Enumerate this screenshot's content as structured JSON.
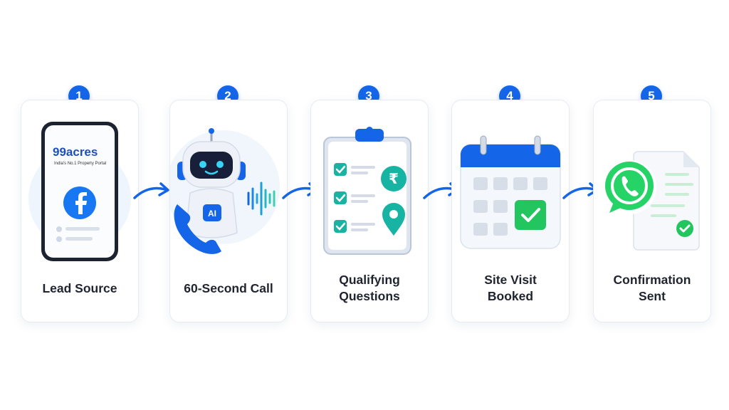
{
  "steps": [
    {
      "number": "1",
      "label": "Lead Source",
      "icons": [
        "phone-icon",
        "facebook-icon",
        "99acres-logo"
      ],
      "brand": {
        "name": "99acres",
        "tagline": "India's No.1 Property Portal"
      }
    },
    {
      "number": "2",
      "label": "60-Second Call",
      "icons": [
        "robot-icon",
        "telephone-icon",
        "soundwave-icon"
      ],
      "badge": "AI"
    },
    {
      "number": "3",
      "label": "Qualifying\nQuestions",
      "icons": [
        "clipboard-icon",
        "checkbox-icon",
        "rupee-icon",
        "location-pin-icon"
      ],
      "currency_symbol": "₹"
    },
    {
      "number": "4",
      "label": "Site Visit\nBooked",
      "icons": [
        "calendar-icon",
        "check-icon"
      ]
    },
    {
      "number": "5",
      "label": "Confirmation\nSent",
      "icons": [
        "whatsapp-icon",
        "document-icon",
        "check-icon"
      ]
    }
  ],
  "colors": {
    "accent": "#1565e8",
    "green": "#22c55e",
    "teal": "#17b3a3",
    "whatsapp": "#25d366"
  }
}
